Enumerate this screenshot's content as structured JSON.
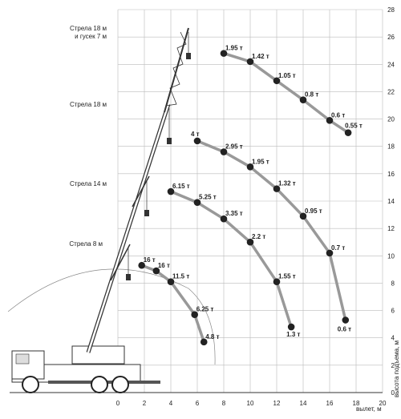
{
  "chart_data": {
    "type": "line",
    "xlabel": "вылет, м",
    "ylabel": "высота подъема, м",
    "xlim": [
      0,
      20
    ],
    "ylim": [
      0,
      28
    ],
    "x_ticks": [
      0,
      2,
      4,
      6,
      8,
      10,
      12,
      14,
      16,
      18,
      20
    ],
    "y_ticks": [
      0,
      2,
      4,
      6,
      8,
      10,
      12,
      14,
      16,
      18,
      20,
      22,
      24,
      26,
      28
    ],
    "grid": true,
    "series": [
      {
        "name": "Стрела 8 м",
        "points": [
          {
            "x": 1.8,
            "y": 9.3,
            "label": "16 т"
          },
          {
            "x": 2.9,
            "y": 8.9,
            "label": "16 т"
          },
          {
            "x": 4.0,
            "y": 8.1,
            "label": "11.5 т"
          },
          {
            "x": 5.8,
            "y": 5.7,
            "label": "6.25 т"
          },
          {
            "x": 6.5,
            "y": 3.7,
            "label": "4.8 т"
          }
        ]
      },
      {
        "name": "Стрела 14 м",
        "points": [
          {
            "x": 4.0,
            "y": 14.7,
            "label": "6.15 т"
          },
          {
            "x": 6.0,
            "y": 13.9,
            "label": "5.25 т"
          },
          {
            "x": 8.0,
            "y": 12.7,
            "label": "3.35 т"
          },
          {
            "x": 10.0,
            "y": 11.0,
            "label": "2.2 т"
          },
          {
            "x": 12.0,
            "y": 8.1,
            "label": "1.55 т"
          },
          {
            "x": 13.1,
            "y": 4.8,
            "label": "1.3 т"
          }
        ]
      },
      {
        "name": "Стрела 18 м",
        "points": [
          {
            "x": 6.0,
            "y": 18.4,
            "label": "4 т"
          },
          {
            "x": 8.0,
            "y": 17.6,
            "label": "2.95 т"
          },
          {
            "x": 10.0,
            "y": 16.5,
            "label": "1.95 т"
          },
          {
            "x": 12.0,
            "y": 14.9,
            "label": "1.32 т"
          },
          {
            "x": 14.0,
            "y": 12.9,
            "label": "0.95 т"
          },
          {
            "x": 16.0,
            "y": 10.2,
            "label": "0.7 т"
          },
          {
            "x": 17.2,
            "y": 5.3,
            "label": "0.6 т"
          }
        ]
      },
      {
        "name": "Стрела 18 м и гусек 7 м",
        "points": [
          {
            "x": 8.0,
            "y": 24.8,
            "label": "1.95 т"
          },
          {
            "x": 10.0,
            "y": 24.2,
            "label": "1.42 т"
          },
          {
            "x": 12.0,
            "y": 22.8,
            "label": "1.05 т"
          },
          {
            "x": 14.0,
            "y": 21.4,
            "label": "0.8 т"
          },
          {
            "x": 16.0,
            "y": 19.9,
            "label": "0.6 т"
          },
          {
            "x": 17.4,
            "y": 19.0,
            "label": "0.55 т"
          }
        ]
      }
    ],
    "boom_labels": [
      {
        "line1": "Стрела 18 м",
        "line2": "и гусек 7 м"
      },
      {
        "line1": "Стрела 18 м",
        "line2": ""
      },
      {
        "line1": "Стрела 14 м",
        "line2": ""
      },
      {
        "line1": "Стрела 8 м",
        "line2": ""
      }
    ]
  }
}
